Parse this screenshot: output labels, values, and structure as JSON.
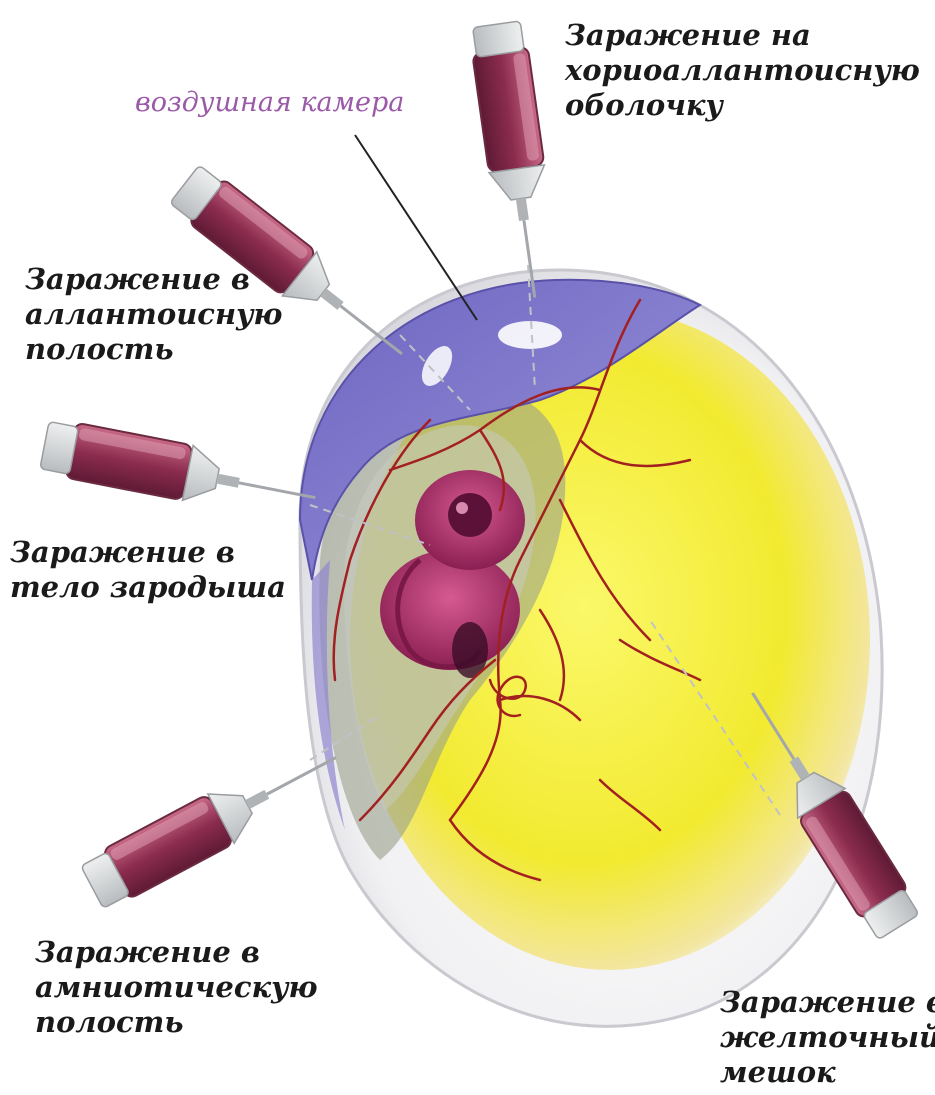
{
  "labels": {
    "air_chamber": "воздушная камера",
    "chorioallantoic": [
      "Заражение на",
      "хориоаллантоисную",
      "оболочку"
    ],
    "allantoic": [
      "Заражение в",
      "аллантоисную",
      "полость"
    ],
    "embryo_body": [
      "Заражение в",
      "тело зародыша"
    ],
    "amniotic": [
      "Заражение в",
      "амниотическую",
      "полость"
    ],
    "yolk_sac": [
      "Заражение в",
      "желточный",
      "мешок"
    ]
  },
  "colors": {
    "air_chamber_label": "#9b5aa8",
    "label_text": "#1a1a1a",
    "air_chamber": "#7b72c8",
    "yolk": "#f3ef3a",
    "embryo": "#b0306a",
    "vessels": "#a32020",
    "syringe_barrel": "#9c3a5a",
    "shell": "#f4f4f4"
  },
  "icons": [
    "syringe-icon",
    "egg-illustration"
  ]
}
